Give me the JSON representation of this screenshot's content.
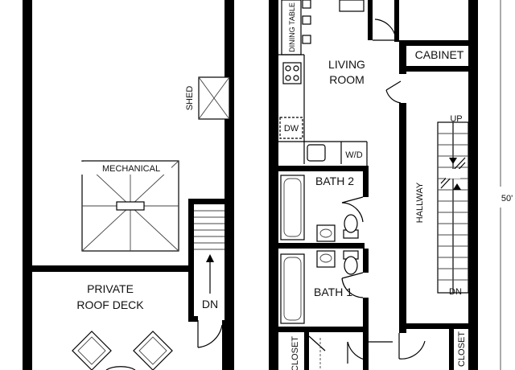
{
  "labels": {
    "shed": "SHED",
    "mechanical": "MECHANICAL",
    "private_roof_deck_line1": "PRIVATE",
    "private_roof_deck_line2": "ROOF DECK",
    "dn_left": "DN",
    "dining_table": "DINING TABLE",
    "living_room_line1": "LIVING",
    "living_room_line2": "ROOM",
    "dw": "DW",
    "wd": "W/D",
    "bath2": "BATH 2",
    "bath1": "BATH 1",
    "closet_left": "CLOSET",
    "cabinet": "CABINET",
    "hallway": "HALLWAY",
    "up": "UP",
    "dn_right": "DN",
    "closet_right": "CLOSET",
    "dimension": "50'"
  },
  "colors": {
    "wall": "#000000",
    "background": "#ffffff",
    "line": "#111111"
  }
}
